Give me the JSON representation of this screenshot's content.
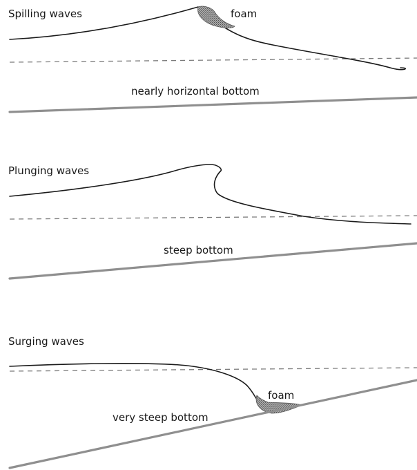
{
  "panels": [
    {
      "title": "Spilling waves",
      "foam_label": "foam",
      "bottom_label": "nearly horizontal bottom"
    },
    {
      "title": "Plunging waves",
      "bottom_label": "steep bottom"
    },
    {
      "title": "Surging waves",
      "foam_label": "foam",
      "bottom_label": "very steep bottom"
    }
  ]
}
